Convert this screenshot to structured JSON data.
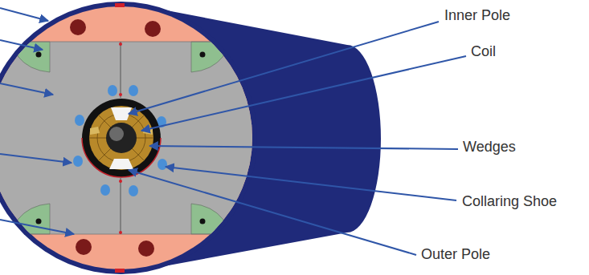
{
  "diagram": {
    "labels": [
      "Inner Pole",
      "Coil",
      "Wedges",
      "Collaring Shoe",
      "Outer Pole"
    ]
  }
}
